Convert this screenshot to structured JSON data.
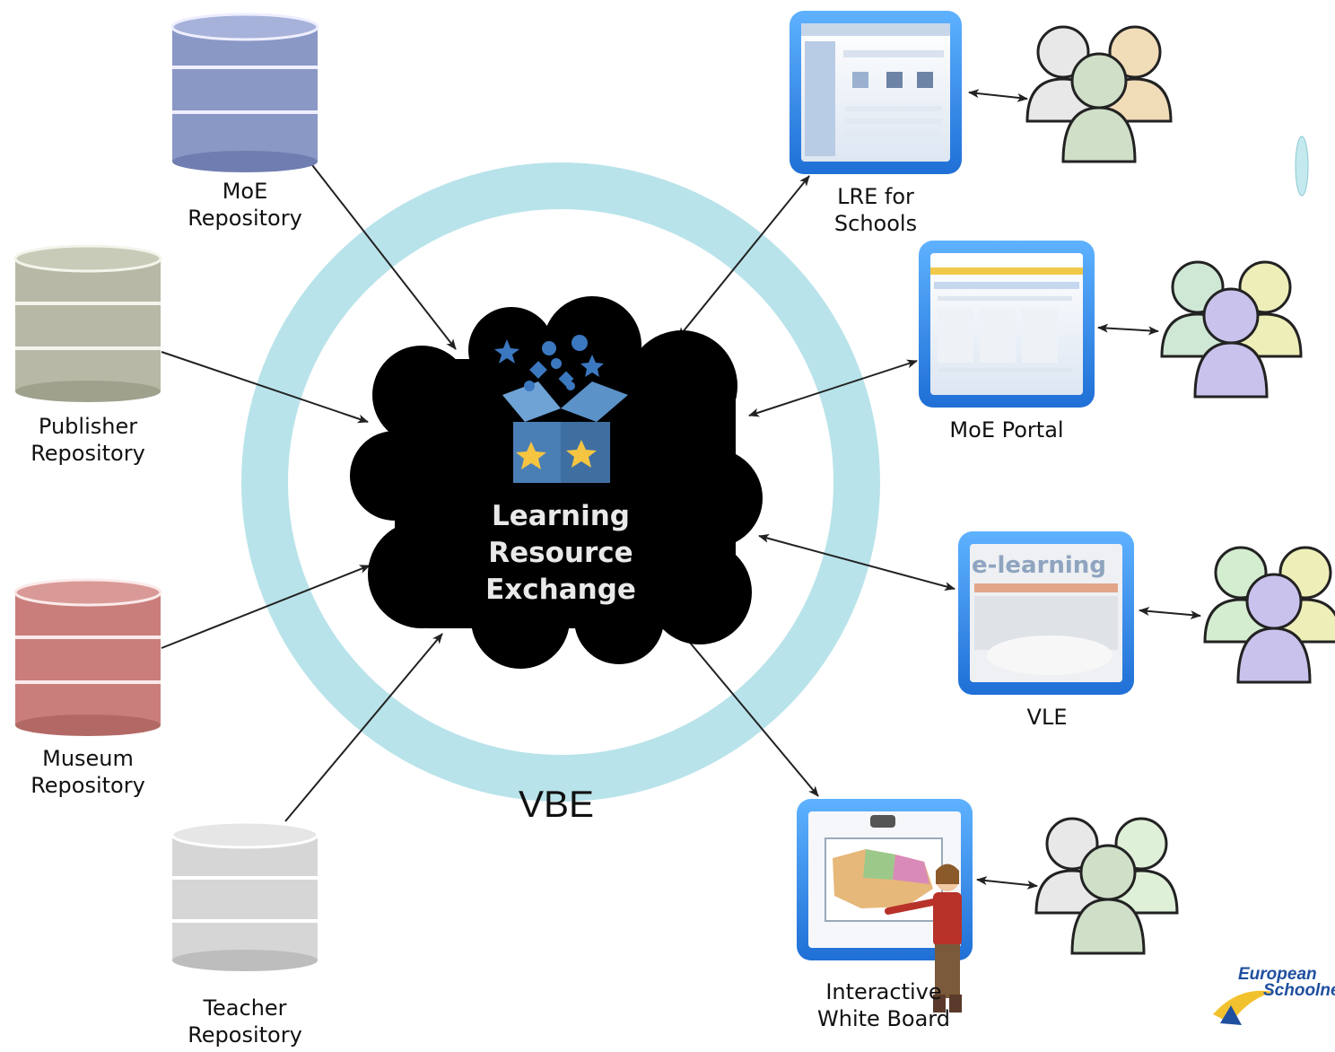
{
  "hub": {
    "lines": [
      "Learning",
      "Resource",
      "Exchange"
    ]
  },
  "ring": {
    "label": "VBE"
  },
  "repositories": [
    {
      "id": "moe",
      "lines": [
        "MoE",
        "Repository"
      ],
      "color": "#8a98c6"
    },
    {
      "id": "publisher",
      "lines": [
        "Publisher",
        "Repository"
      ],
      "color": "#b7b9a6"
    },
    {
      "id": "museum",
      "lines": [
        "Museum",
        "Repository"
      ],
      "color": "#c97e7b"
    },
    {
      "id": "teacher",
      "lines": [
        "Teacher",
        "Repository"
      ],
      "color": "#d6d6d6"
    }
  ],
  "channels": [
    {
      "id": "lre-schools",
      "lines": [
        "LRE for",
        "Schools"
      ]
    },
    {
      "id": "moe-portal",
      "lines": [
        "MoE Portal"
      ]
    },
    {
      "id": "vle",
      "lines": [
        "VLE"
      ],
      "screen_text": "e-learning"
    },
    {
      "id": "iwb",
      "lines": [
        "Interactive",
        "White Board"
      ]
    }
  ],
  "user_groups": [
    {
      "id": "users-lre",
      "colors": [
        "#e8e8e8",
        "#f1dcb8",
        "#cfdfc8"
      ]
    },
    {
      "id": "users-portal",
      "colors": [
        "#cfe8d6",
        "#eeeeb8",
        "#c9c2ec"
      ]
    },
    {
      "id": "users-vle",
      "colors": [
        "#d4ecd0",
        "#eeeeb8",
        "#c9c2ec"
      ]
    },
    {
      "id": "users-iwb",
      "colors": [
        "#e8e8e8",
        "#dff0d8",
        "#cfdfc8"
      ]
    }
  ],
  "logo": {
    "lines": [
      "European",
      "Schoolnet"
    ]
  },
  "colors": {
    "ring": "#b9e3ea",
    "hub_cloud": "#000000",
    "channel_frame": "#2a86e6",
    "box": "#4a7fb5"
  }
}
